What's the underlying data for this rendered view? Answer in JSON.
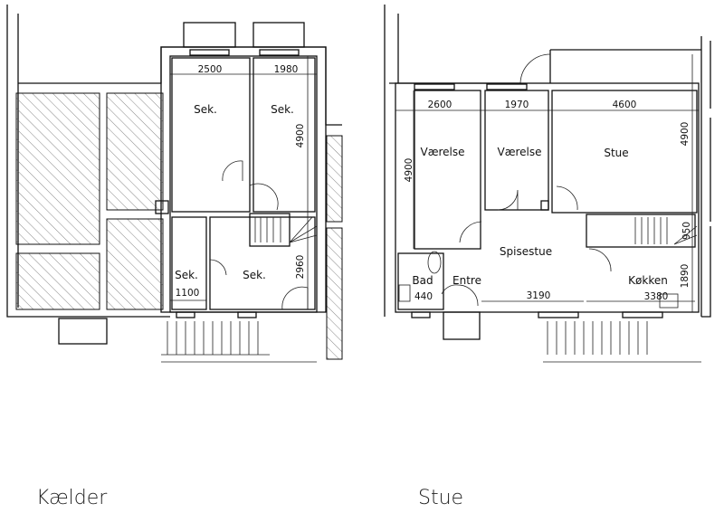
{
  "plans": [
    {
      "caption": "Kælder",
      "rooms": [
        "Sek.",
        "Sek.",
        "Sek.",
        "Sek."
      ],
      "dimensions": [
        "2500",
        "1980",
        "4900",
        "2960",
        "1100"
      ]
    },
    {
      "caption": "Stue",
      "rooms": [
        "Værelse",
        "Værelse",
        "Stue",
        "Spisestue",
        "Bad",
        "Entre",
        "Køkken"
      ],
      "dimensions": [
        "2600",
        "1970",
        "4600",
        "4900",
        "4900",
        "950",
        "1890",
        "440",
        "3190",
        "3380"
      ]
    }
  ]
}
